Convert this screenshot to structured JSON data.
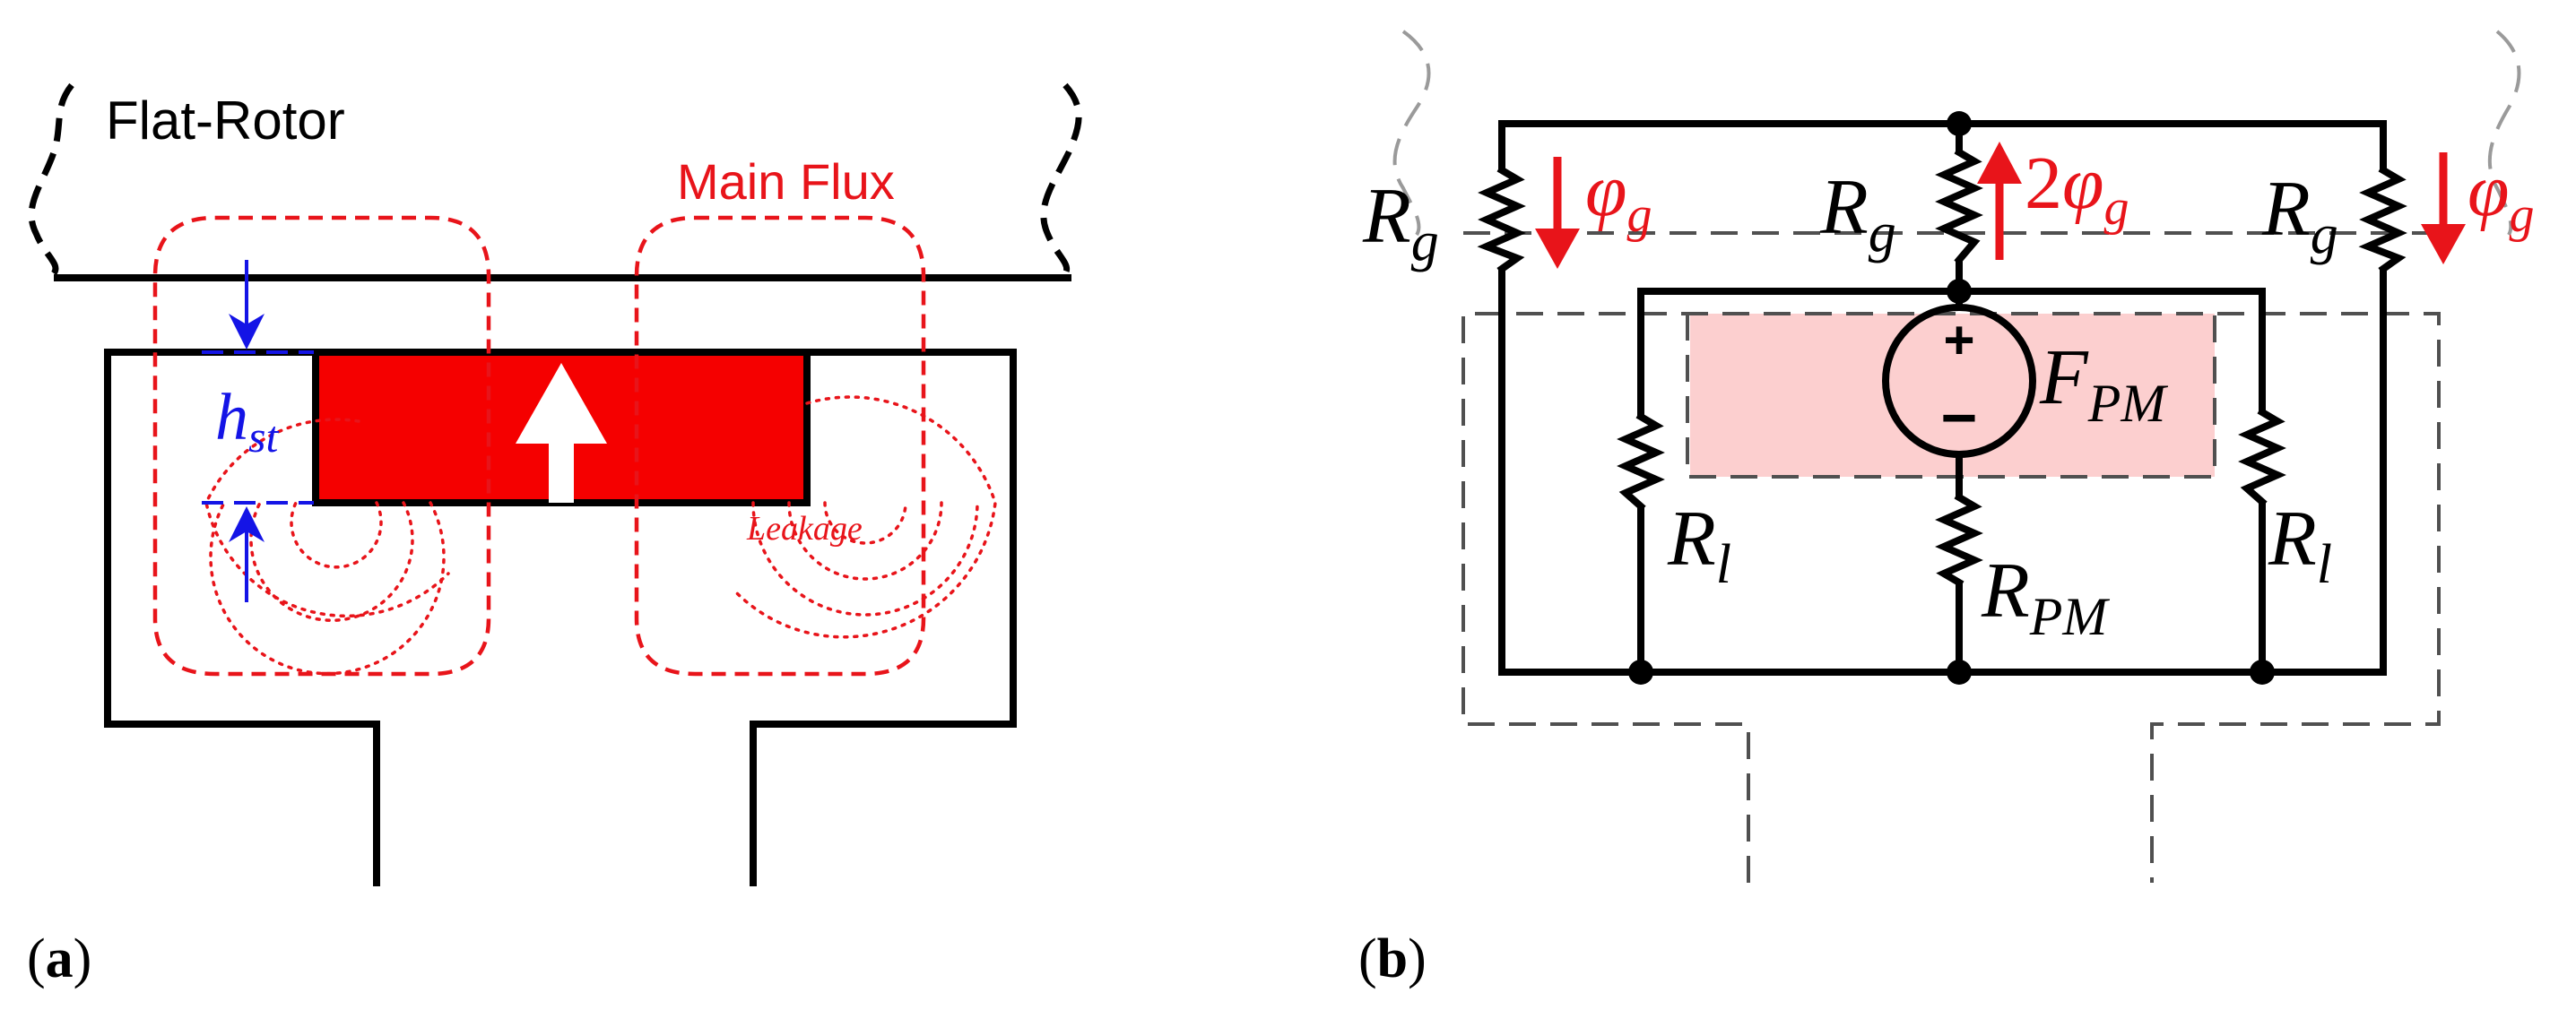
{
  "panel_a": {
    "label_open": "(",
    "label_letter": "a",
    "label_close": ")",
    "rotor_label": "Flat-Rotor",
    "main_flux_label": "Main Flux",
    "leakage_label": "Leakage",
    "hst_base": "h",
    "hst_sub": "st"
  },
  "panel_b": {
    "label_open": "(",
    "label_letter": "b",
    "label_close": ")",
    "rg_base": "R",
    "rg_sub": "g",
    "rl_base": "R",
    "rl_sub": "l",
    "rpm_base": "R",
    "rpm_sub": "PM",
    "fpm_base": "F",
    "fpm_sub": "PM",
    "phi_base": "φ",
    "phi_sub": "g",
    "phi2_coef": "2",
    "plus": "+",
    "minus": "−"
  },
  "colors": {
    "flux": "#e8141a",
    "magnet": "#f50000",
    "dimension": "#1414e6",
    "pm_region": "#fccfcf"
  }
}
